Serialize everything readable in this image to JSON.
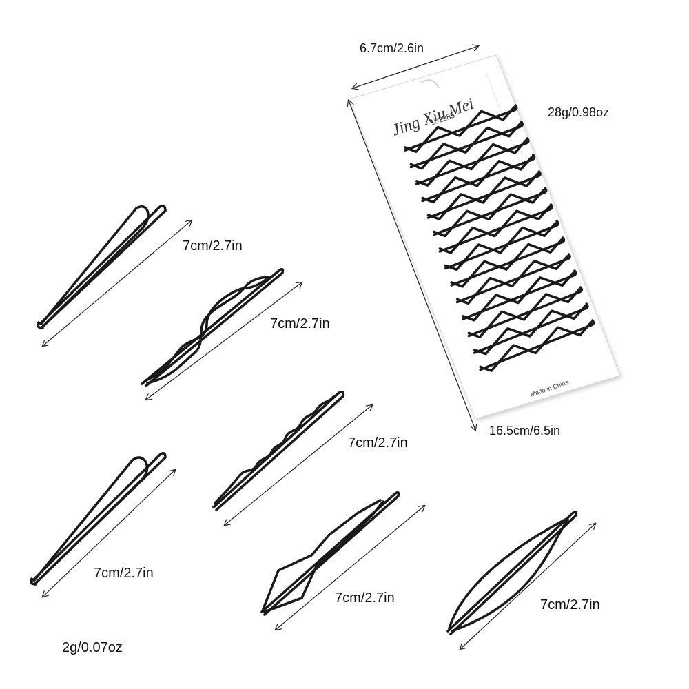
{
  "colors": {
    "pin": "#1a1a1a",
    "card": "#ffffff",
    "text": "#111111"
  },
  "card": {
    "brand": "Jing Xiu Mei",
    "code": "102285",
    "origin": "Made in China"
  },
  "labels": {
    "card_width": "6.7cm/2.6in",
    "card_height": "16.5cm/6.5in",
    "card_weight": "28g/0.98oz",
    "pin_length_1": "7cm/2.7in",
    "pin_length_2": "7cm/2.7in",
    "pin_length_3": "7cm/2.7in",
    "pin_length_4": "7cm/2.7in",
    "pin_length_5": "7cm/2.7in",
    "pin_length_6": "7cm/2.7in",
    "pin_weight": "2g/0.07oz"
  }
}
